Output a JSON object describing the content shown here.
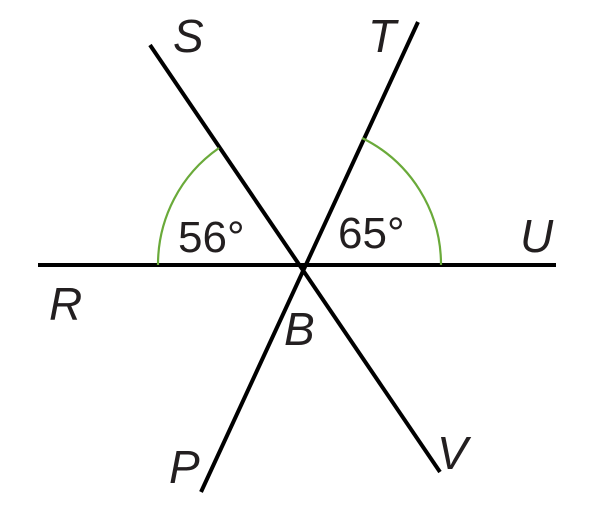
{
  "points": {
    "S": "S",
    "T": "T",
    "U": "U",
    "R": "R",
    "B": "B",
    "P": "P",
    "V": "V"
  },
  "angles": {
    "left": "56°",
    "right": "65°"
  },
  "colors": {
    "lines": "#000000",
    "arcs": "#6aaa3a",
    "text": "#231f20"
  }
}
